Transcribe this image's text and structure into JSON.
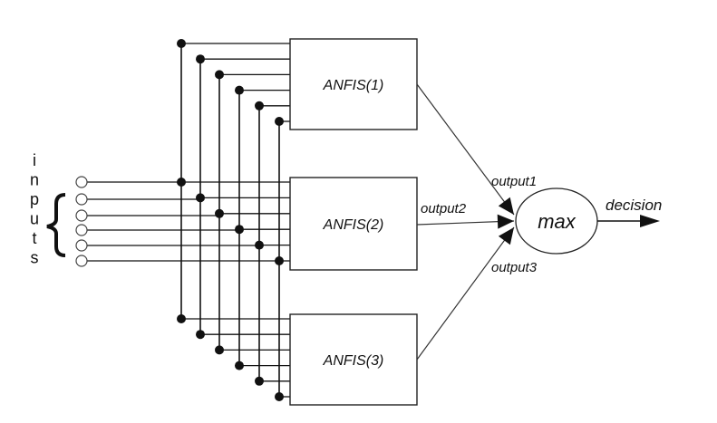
{
  "inputs_label": [
    "i",
    "n",
    "p",
    "u",
    "t",
    "s"
  ],
  "input_count": 6,
  "blocks": [
    {
      "label": "ANFIS(1)"
    },
    {
      "label": "ANFIS(2)"
    },
    {
      "label": "ANFIS(3)"
    }
  ],
  "outputs": [
    "output1",
    "output2",
    "output3"
  ],
  "combiner": {
    "label": "max"
  },
  "result": {
    "label": "decision"
  },
  "colors": {
    "line": "#111111",
    "node": "#111111",
    "background": "#ffffff"
  }
}
